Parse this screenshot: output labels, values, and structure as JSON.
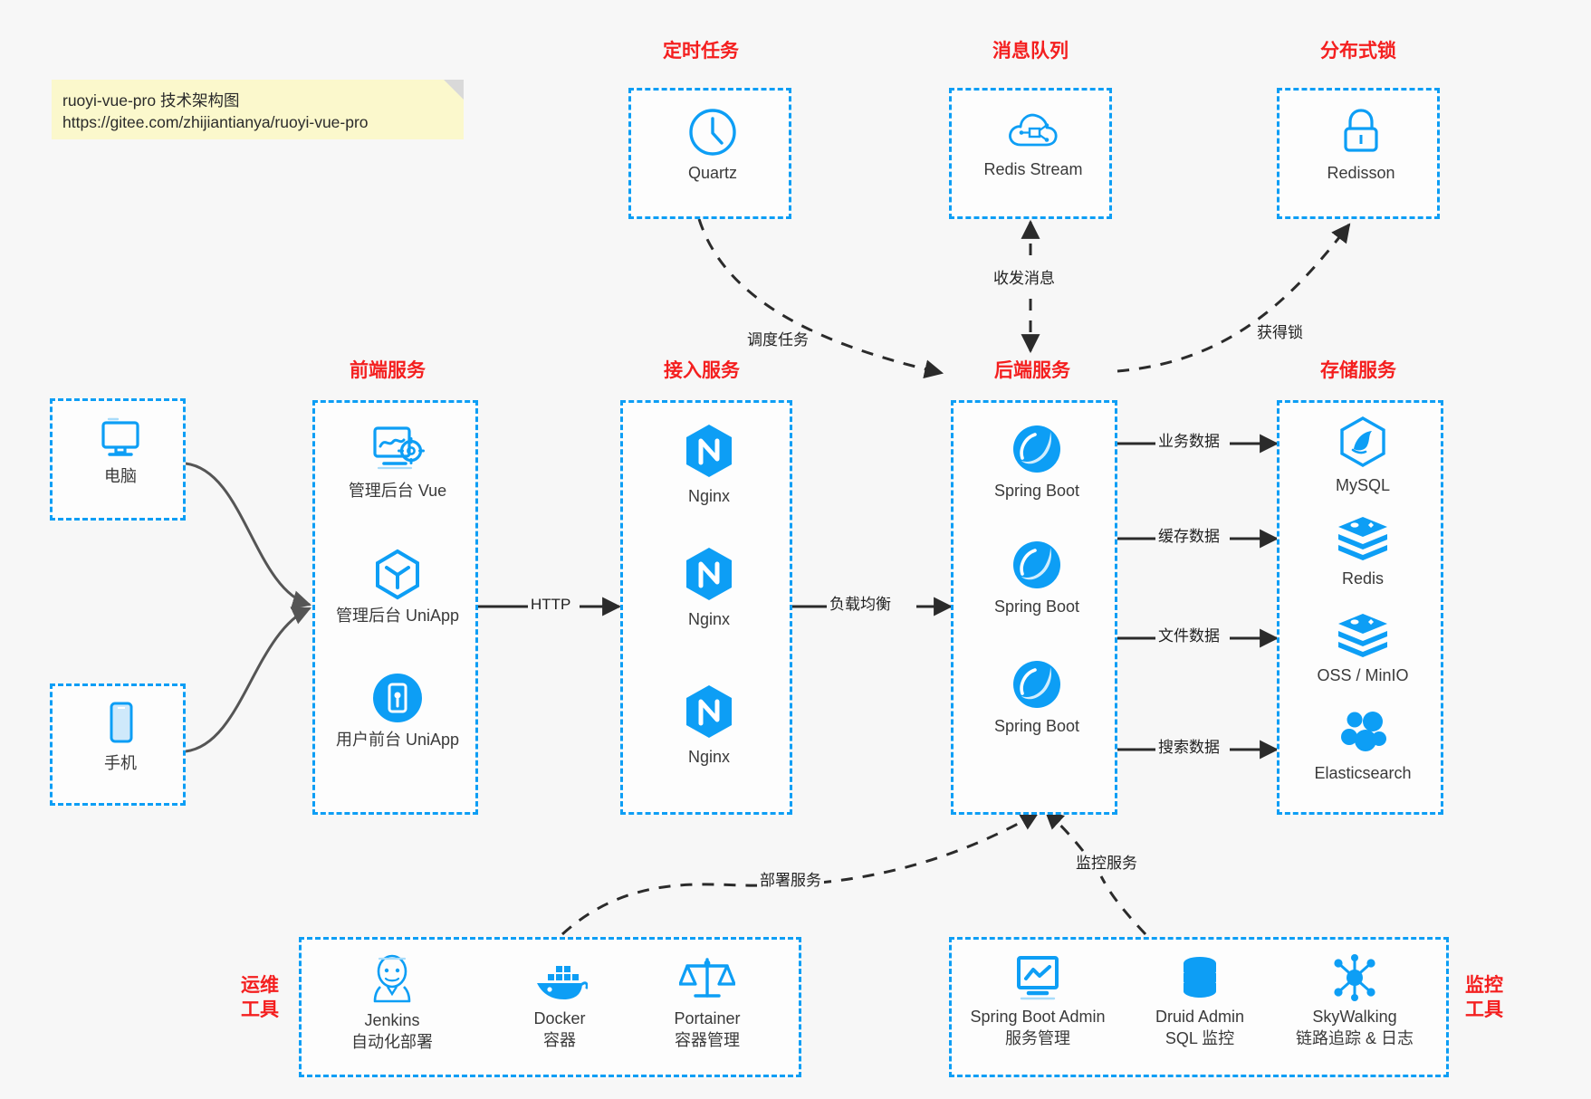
{
  "note": {
    "line1": "ruoyi-vue-pro 技术架构图",
    "line2": "https://gitee.com/zhijiantianya/ruoyi-vue-pro"
  },
  "groups": {
    "scheduler": {
      "title": "定时任务"
    },
    "mq": {
      "title": "消息队列"
    },
    "lock": {
      "title": "分布式锁"
    },
    "frontend": {
      "title": "前端服务"
    },
    "gateway": {
      "title": "接入服务"
    },
    "backend": {
      "title": "后端服务"
    },
    "storage": {
      "title": "存储服务"
    },
    "devops": {
      "title_line1": "运维",
      "title_line2": "工具"
    },
    "monitor": {
      "title_line1": "监控",
      "title_line2": "工具"
    }
  },
  "nodes": {
    "quartz": {
      "label": "Quartz",
      "icon": "clock-icon"
    },
    "redis_stream": {
      "label": "Redis Stream",
      "icon": "cloud-network-icon"
    },
    "redisson": {
      "label": "Redisson",
      "icon": "lock-icon"
    },
    "computer": {
      "label": "电脑",
      "icon": "desktop-icon"
    },
    "phone": {
      "label": "手机",
      "icon": "mobile-icon"
    },
    "admin_vue": {
      "label": "管理后台 Vue",
      "icon": "dashboard-gear-icon"
    },
    "admin_uniapp": {
      "label": "管理后台 UniApp",
      "icon": "uniapp-cube-icon"
    },
    "user_uniapp": {
      "label": "用户前台 UniApp",
      "icon": "app-window-icon"
    },
    "nginx1": {
      "label": "Nginx",
      "icon": "nginx-icon"
    },
    "nginx2": {
      "label": "Nginx",
      "icon": "nginx-icon"
    },
    "nginx3": {
      "label": "Nginx",
      "icon": "nginx-icon"
    },
    "springboot1": {
      "label": "Spring Boot",
      "icon": "spring-leaf-icon"
    },
    "springboot2": {
      "label": "Spring Boot",
      "icon": "spring-leaf-icon"
    },
    "springboot3": {
      "label": "Spring Boot",
      "icon": "spring-leaf-icon"
    },
    "mysql": {
      "label": "MySQL",
      "icon": "mysql-dolphin-icon"
    },
    "redis": {
      "label": "Redis",
      "icon": "redis-stack-icon"
    },
    "oss": {
      "label": "OSS / MinIO",
      "icon": "object-storage-icon"
    },
    "elasticsearch": {
      "label": "Elasticsearch",
      "icon": "elasticsearch-icon"
    },
    "jenkins": {
      "label": "Jenkins",
      "sub": "自动化部署",
      "icon": "jenkins-butler-icon"
    },
    "docker": {
      "label": "Docker",
      "sub": "容器",
      "icon": "docker-whale-icon"
    },
    "portainer": {
      "label": "Portainer",
      "sub": "容器管理",
      "icon": "scales-icon"
    },
    "sba": {
      "label": "Spring Boot Admin",
      "sub": "服务管理",
      "icon": "monitor-chart-icon"
    },
    "druid": {
      "label": "Druid Admin",
      "sub": "SQL 监控",
      "icon": "database-icon"
    },
    "skywalking": {
      "label": "SkyWalking",
      "sub": "链路追踪 & 日志",
      "icon": "skywalking-icon"
    }
  },
  "edges": {
    "schedule_task": "调度任务",
    "send_receive_msg": "收发消息",
    "acquire_lock": "获得锁",
    "http": "HTTP",
    "load_balance": "负载均衡",
    "business_data": "业务数据",
    "cache_data": "缓存数据",
    "file_data": "文件数据",
    "search_data": "搜索数据",
    "deploy_service": "部署服务",
    "monitor_service": "监控服务"
  },
  "colors": {
    "accent_blue": "#0d9ef5",
    "title_red": "#f41f1f",
    "note_yellow": "#fbf8cc",
    "background": "#f7f7f7",
    "arrow_dark": "#2b2b2b"
  }
}
